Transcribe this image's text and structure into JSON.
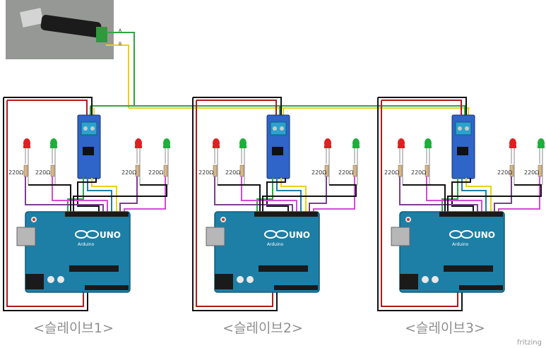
{
  "usb_adapter": {
    "pin_a_label": "A",
    "pin_b_label": "B"
  },
  "slaves": [
    {
      "caption": "<슬레이브1>",
      "resistor_labels": [
        "220Ω",
        "220Ω",
        "220Ω",
        "220Ω"
      ],
      "arduino": {
        "logo_text": "UNO",
        "brand_text": "Arduino"
      }
    },
    {
      "caption": "<슬레이브2>",
      "resistor_labels": [
        "220Ω",
        "220Ω",
        "220Ω",
        "220Ω"
      ],
      "arduino": {
        "logo_text": "UNO",
        "brand_text": "Arduino"
      }
    },
    {
      "caption": "<슬레이브3>",
      "resistor_labels": [
        "220Ω",
        "220Ω",
        "220Ω",
        "220Ω"
      ],
      "arduino": {
        "logo_text": "UNO",
        "brand_text": "Arduino"
      }
    }
  ],
  "watermark": "fritzing",
  "colors": {
    "bus_a": "#2fa640",
    "bus_b": "#e6d21a",
    "power": "#b01a1a",
    "ground": "#111111",
    "signal": "#7a3f8f",
    "signal2": "#d64ad6",
    "board": "#1d7fa6",
    "module": "#2f64c8",
    "led_red": "#e02020",
    "led_green": "#1fae3a"
  }
}
